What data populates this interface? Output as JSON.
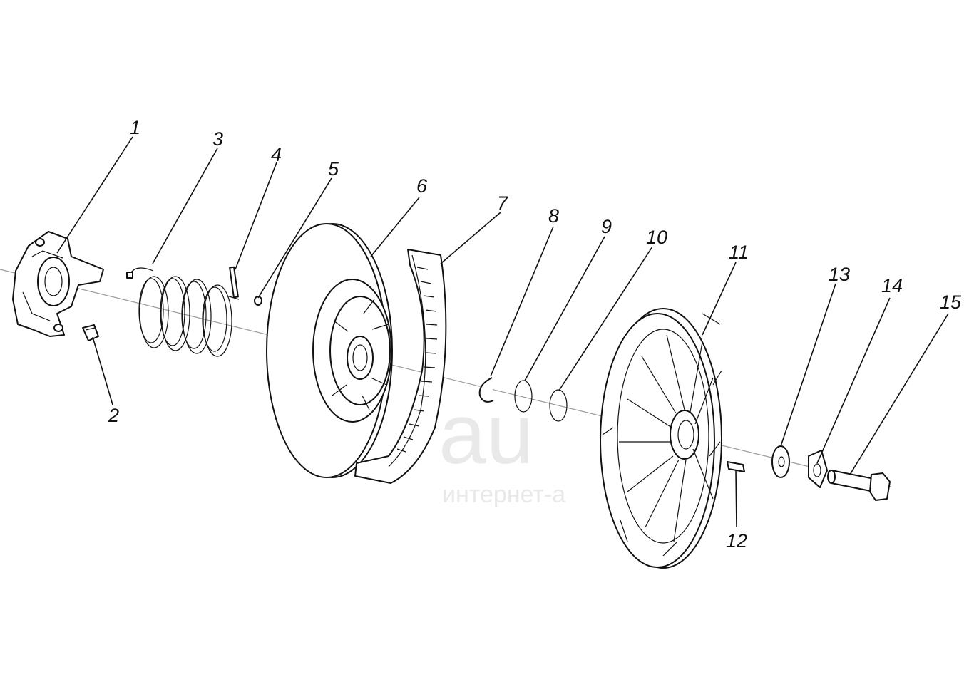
{
  "callouts": [
    "1",
    "2",
    "3",
    "4",
    "5",
    "6",
    "7",
    "8",
    "9",
    "10",
    "11",
    "12",
    "13",
    "14",
    "15"
  ],
  "watermark": {
    "main": "au",
    "sub": "интернет-а"
  }
}
